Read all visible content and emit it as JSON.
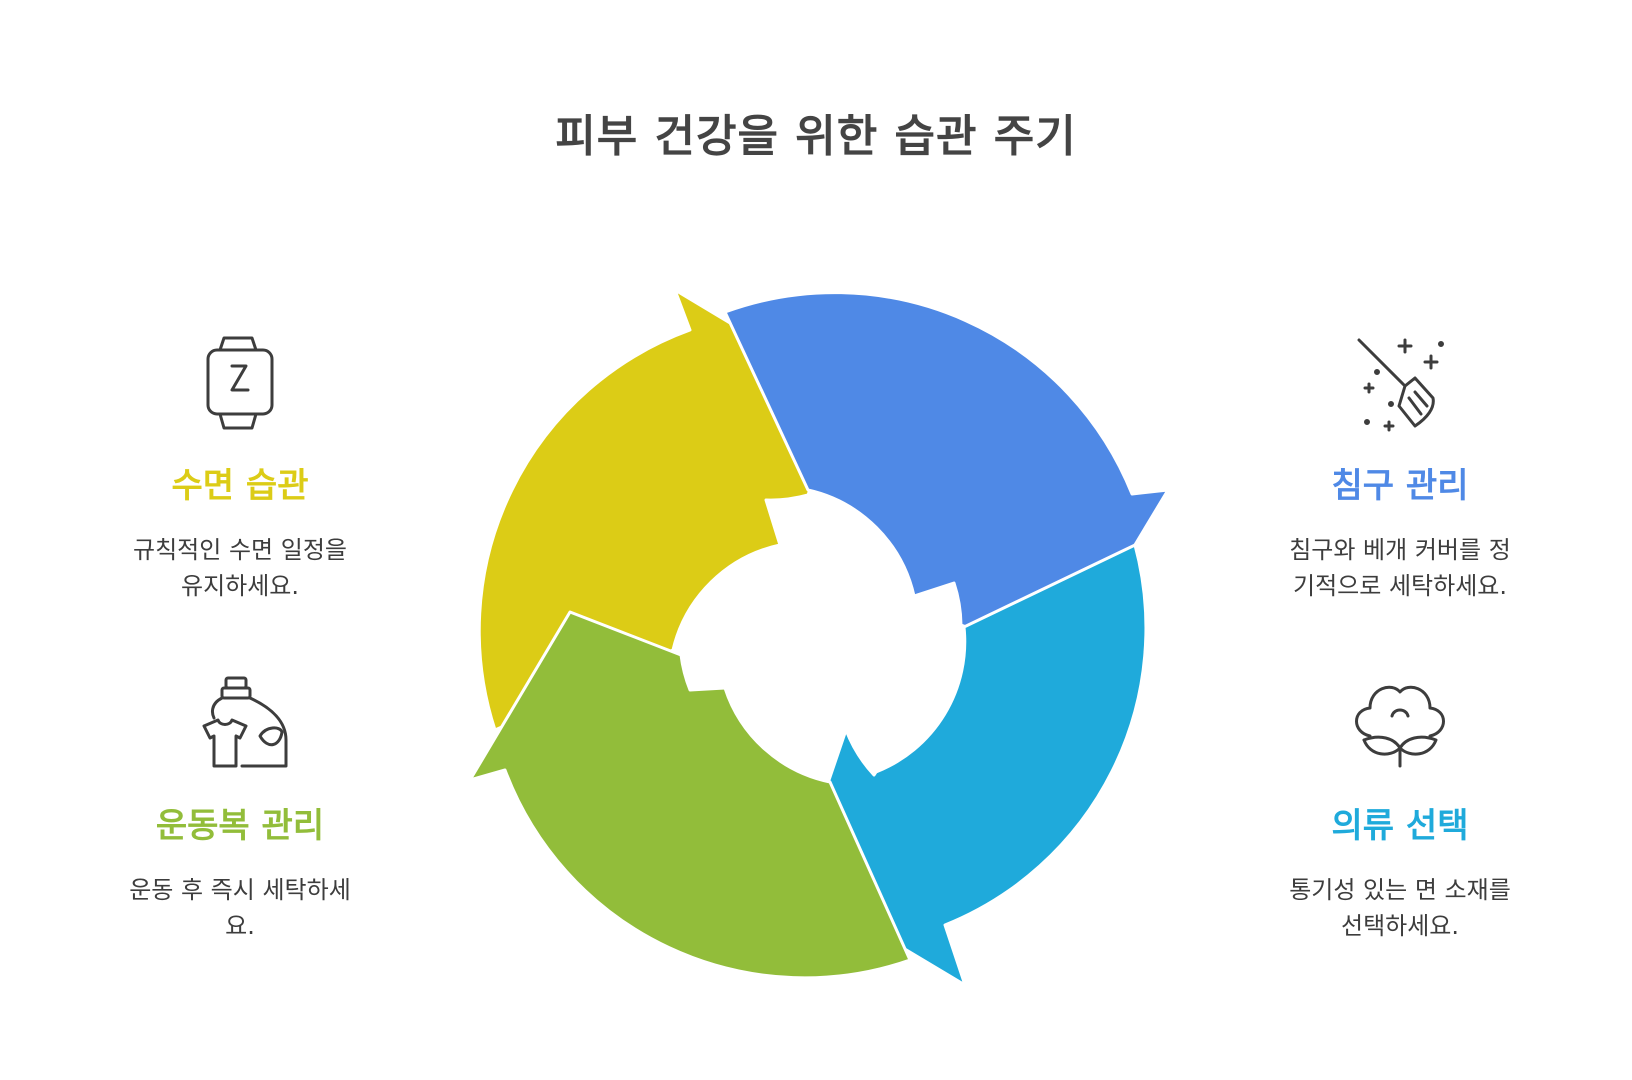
{
  "title": "피부 건강을 위한 습관 주기",
  "stages": [
    {
      "id": "sleep",
      "heading": "수면 습관",
      "description_line1": "규칙적인 수면 일정을",
      "description_line2": "유지하세요.",
      "color": "#DCCC16",
      "icon": "sleep-watch-icon"
    },
    {
      "id": "bedding",
      "heading": "침구 관리",
      "description_line1": "침구와 베개 커버를 정",
      "description_line2": "기적으로 세탁하세요.",
      "color": "#4F89E6",
      "icon": "broom-sparkle-icon"
    },
    {
      "id": "clothing",
      "heading": "의류 선택",
      "description_line1": "통기성 있는 면 소재를",
      "description_line2": "선택하세요.",
      "color": "#1FAADB",
      "icon": "cotton-flower-icon"
    },
    {
      "id": "sportswear",
      "heading": "운동복 관리",
      "description_line1": "운동 후 즉시 세탁하세",
      "description_line2": "요.",
      "color": "#92BD3A",
      "icon": "laundry-detergent-icon"
    }
  ]
}
